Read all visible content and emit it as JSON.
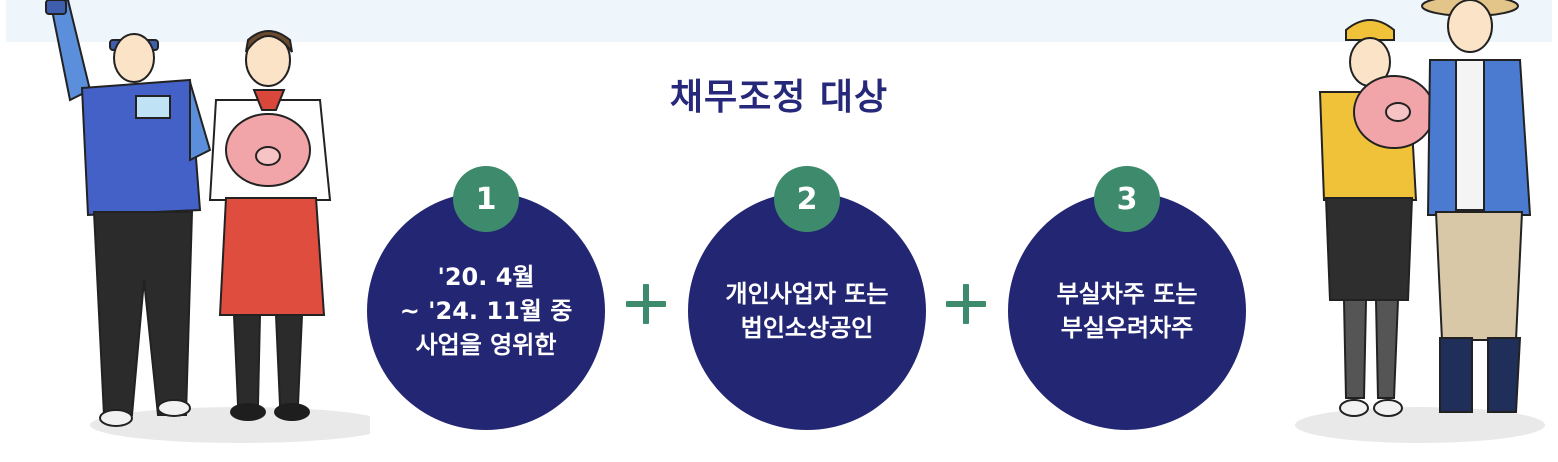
{
  "title": "채무조정 대상",
  "conditions": [
    {
      "number": "1",
      "text": "'20. 4월\n~ '24. 11월 중\n사업을 영위한"
    },
    {
      "number": "2",
      "text": "개인사업자 또는\n법인소상공인"
    },
    {
      "number": "3",
      "text": "부실차주 또는\n부실우려차주"
    }
  ],
  "operator": "+",
  "colors": {
    "navy": "#232773",
    "green": "#3e8a6c",
    "band": "#eef6fb"
  },
  "icons": {
    "left_illustration": "two-merchants-illustration",
    "right_illustration": "shop-worker-and-farmer-illustration"
  }
}
